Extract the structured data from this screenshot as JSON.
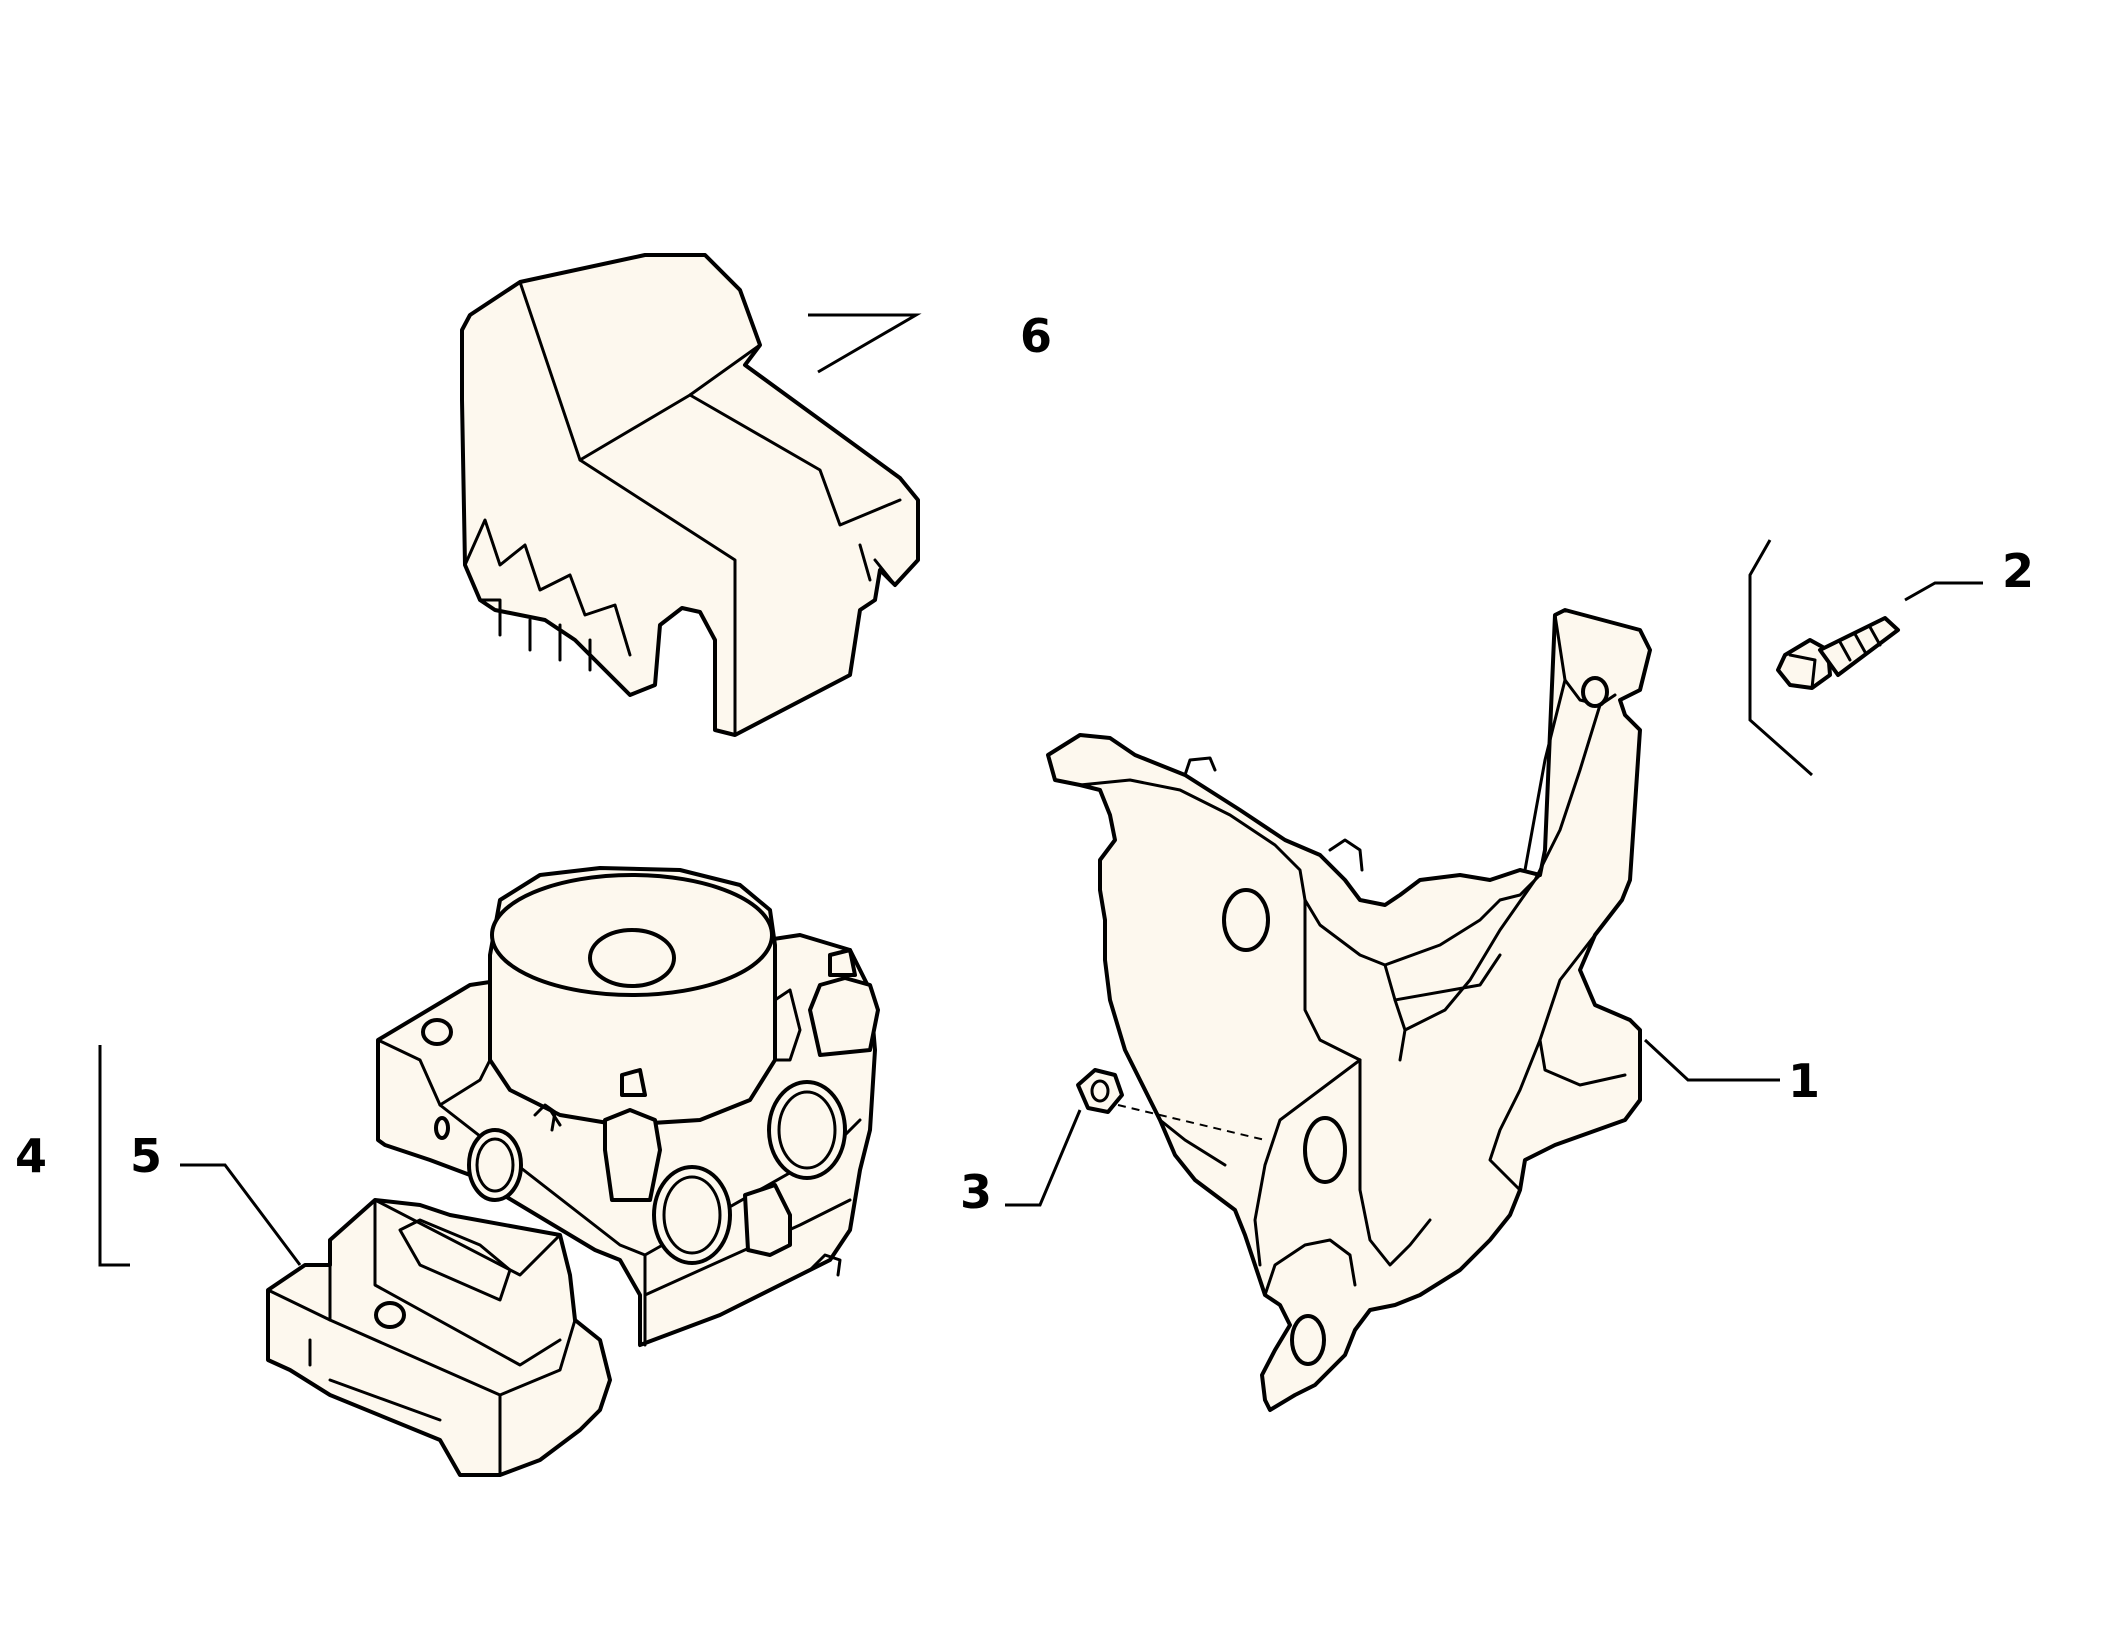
{
  "callouts": {
    "c1": "1",
    "c2": "2",
    "c3": "3",
    "c4": "4",
    "c5": "5",
    "c6": "6"
  },
  "colors": {
    "line": "#000000",
    "part_fill": "#fdf8ee",
    "background": "#ffffff"
  }
}
